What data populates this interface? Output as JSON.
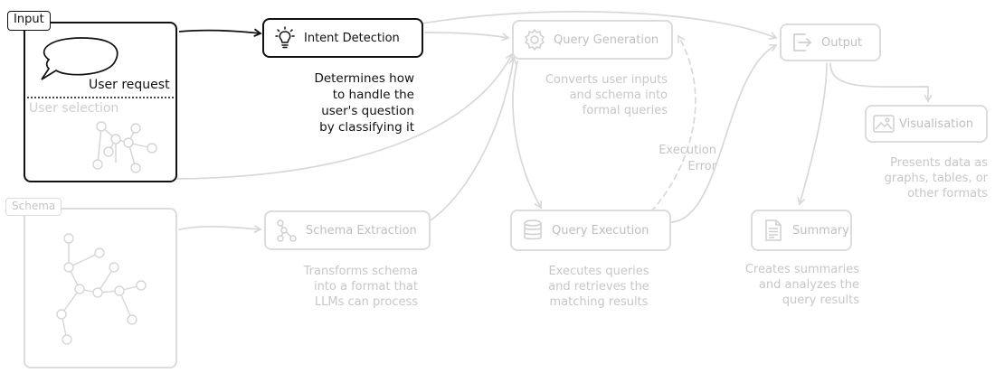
{
  "input": {
    "tag": "Input",
    "user_request": "User request",
    "user_selection": "User selection"
  },
  "schema": {
    "tag": "Schema"
  },
  "nodes": {
    "intent_detection": {
      "label": "Intent Detection",
      "description": [
        "Determines how",
        "to handle the",
        "user's question",
        "by classifying it"
      ]
    },
    "schema_extraction": {
      "label": "Schema Extraction",
      "description": [
        "Transforms schema",
        "into a format that",
        "LLMs can process"
      ]
    },
    "query_generation": {
      "label": "Query Generation",
      "description": [
        "Converts user inputs",
        "and schema into",
        "formal queries"
      ]
    },
    "query_execution": {
      "label": "Query Execution",
      "description": [
        "Executes queries",
        "and retrieves the",
        "matching results"
      ]
    },
    "output": {
      "label": "Output"
    },
    "visualisation": {
      "label": "Visualisation",
      "description": [
        "Presents data as",
        "graphs, tables, or",
        "other formats"
      ]
    },
    "summary": {
      "label": "Summary",
      "description": [
        "Creates summaries",
        "and analyzes the",
        "query results"
      ]
    }
  },
  "execution_error": [
    "Execution",
    "Error"
  ],
  "colors": {
    "active": "#111111",
    "inactive_stroke": "#dcdcdc",
    "inactive_text": "#c4c4c4"
  }
}
